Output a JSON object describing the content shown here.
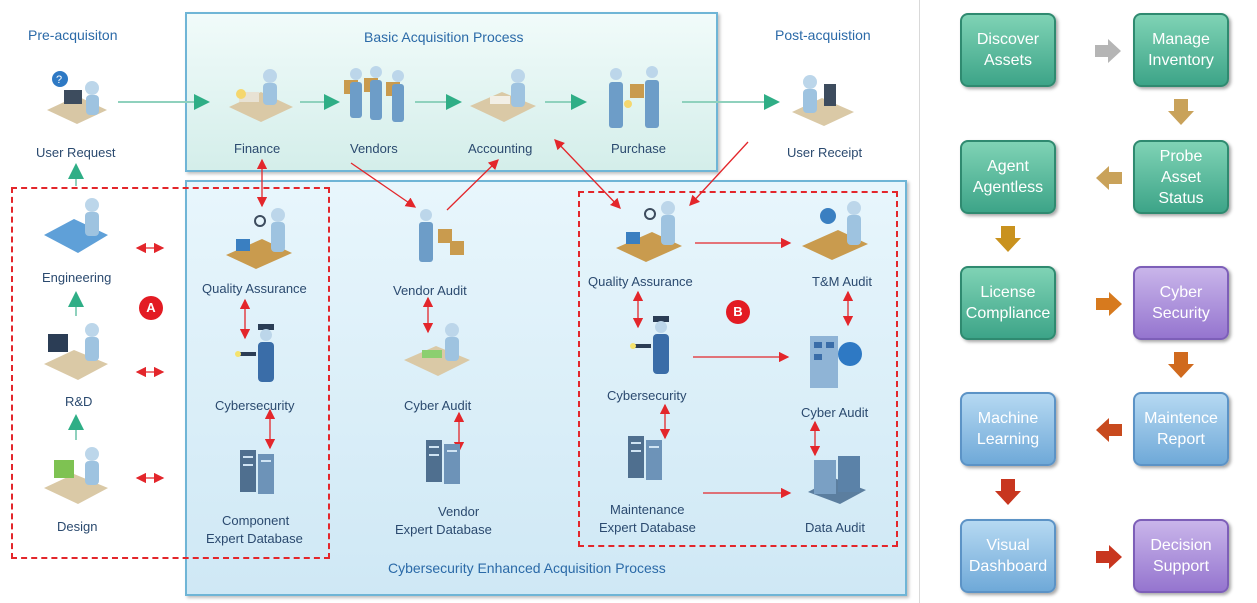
{
  "left_diagram": {
    "headers": {
      "pre": "Pre-acquisiton",
      "basic": "Basic Acquisition Process",
      "post": "Post-acquistion",
      "enhanced": "Cybersecurity Enhanced Acquisition Process"
    },
    "labels": {
      "user_request": "User Request",
      "finance": "Finance",
      "vendors": "Vendors",
      "accounting": "Accounting",
      "purchase": "Purchase",
      "user_receipt": "User Receipt",
      "engineering": "Engineering",
      "rnd": "R&D",
      "design": "Design",
      "qa_a": "Quality Assurance",
      "cyber_a": "Cybersecurity",
      "component_db_1": "Component",
      "component_db_2": "Expert Database",
      "vendor_audit": "Vendor Audit",
      "cyber_audit_mid": "Cyber Audit",
      "vendor_db_1": "Vendor",
      "vendor_db_2": "Expert Database",
      "qa_b": "Quality Assurance",
      "cyber_b": "Cybersecurity",
      "maint_db_1": "Maintenance",
      "maint_db_2": "Expert Database",
      "tm_audit": "T&M Audit",
      "cyber_audit_right": "Cyber Audit",
      "data_audit": "Data Audit"
    },
    "badges": {
      "a": "A",
      "b": "B"
    },
    "icons": [
      "helpdesk-person-icon",
      "finance-person-icon",
      "vendors-group-icon",
      "accounting-person-icon",
      "purchase-handoff-icon",
      "receipt-person-icon",
      "engineering-person-icon",
      "rnd-microscope-icon",
      "design-person-icon",
      "qa-conveyor-icon",
      "security-guard-icon",
      "server-rack-icon",
      "vendor-audit-icon",
      "cyber-audit-desk-icon",
      "tm-audit-icon",
      "building-globe-icon",
      "data-center-icon"
    ]
  },
  "flow": {
    "boxes": [
      {
        "label": "Discover\nAssets",
        "color": "green"
      },
      {
        "label": "Manage\nInventory",
        "color": "green"
      },
      {
        "label": "Agent\nAgentless",
        "color": "green"
      },
      {
        "label": "Probe Asset\nStatus",
        "color": "green"
      },
      {
        "label": "License\nCompliance",
        "color": "green"
      },
      {
        "label": "Cyber\nSecurity",
        "color": "purple"
      },
      {
        "label": "Machine\nLearning",
        "color": "blue"
      },
      {
        "label": "Maintence\nReport",
        "color": "blue"
      },
      {
        "label": "Visual\nDashboard",
        "color": "blue"
      },
      {
        "label": "Decision\nSupport",
        "color": "purple"
      }
    ],
    "colors": {
      "green": "#3da488",
      "purple": "#9575cf",
      "blue": "#6fa9d8",
      "arrow_gray": "#b5b5b5",
      "arrow_gold": "#c9a25a",
      "arrow_orange": "#d77a1e",
      "arrow_red": "#c8361f"
    }
  }
}
